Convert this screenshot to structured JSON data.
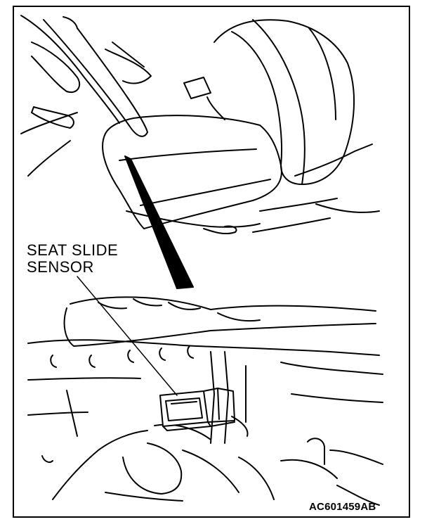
{
  "callout": {
    "line1": "SEAT SLIDE",
    "line2": "SENSOR"
  },
  "figure_code": "AC601459AB"
}
